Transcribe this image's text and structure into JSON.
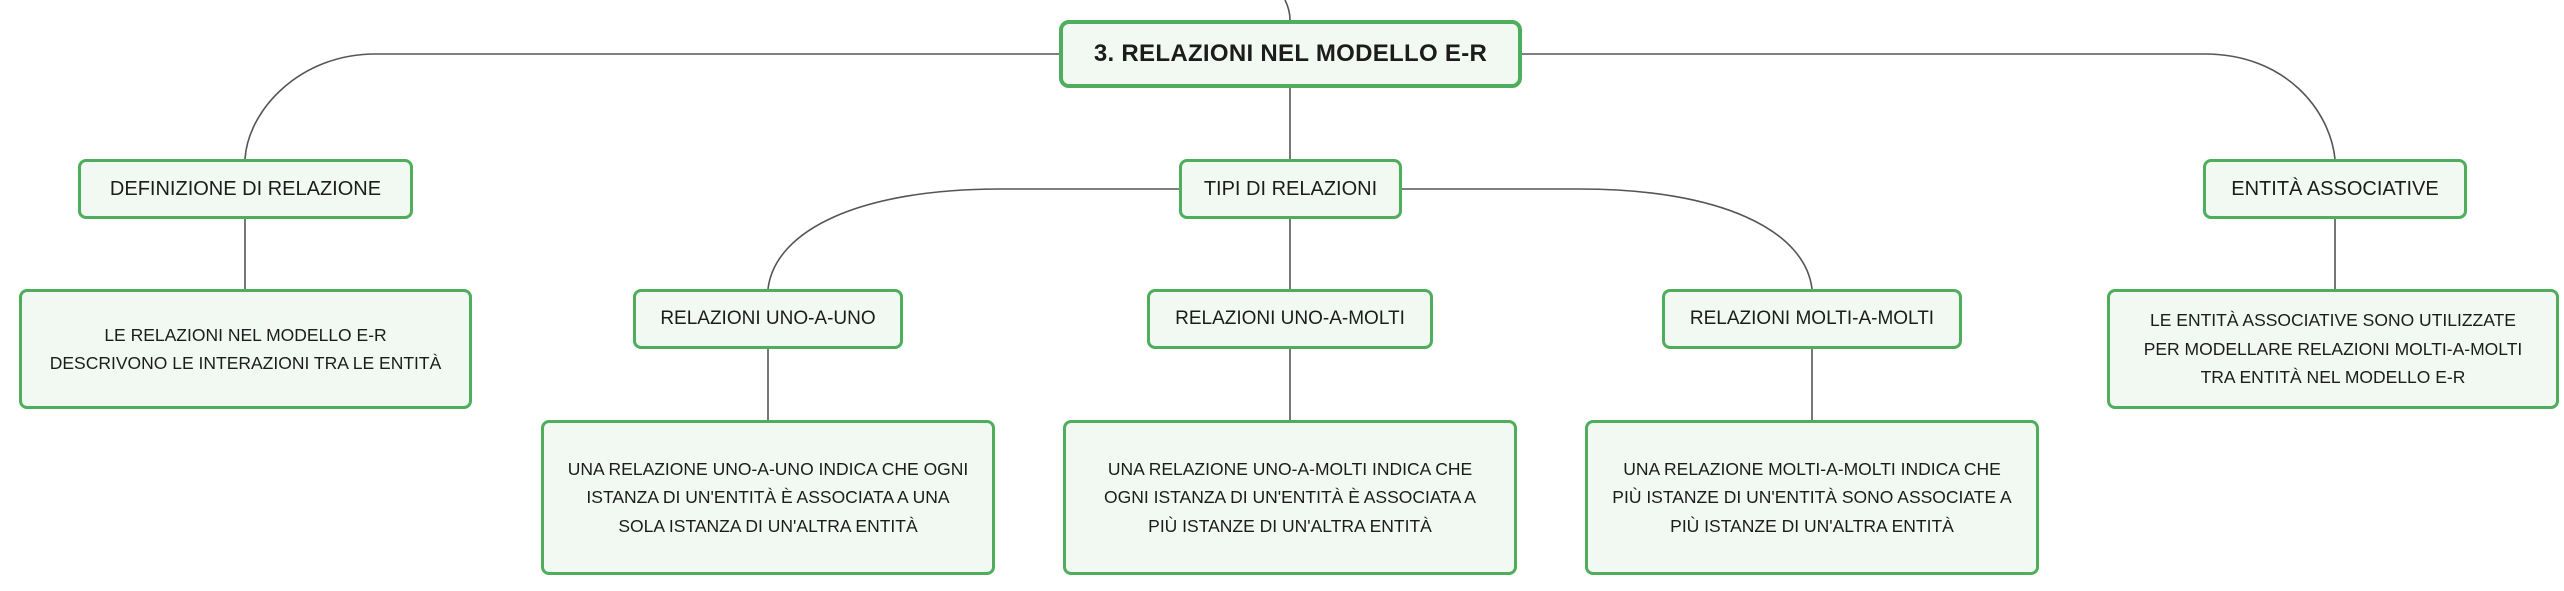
{
  "root": {
    "title": "3. RELAZIONI NEL MODELLO E-R"
  },
  "topics": [
    {
      "label": "DEFINIZIONE DI RELAZIONE",
      "description": "LE RELAZIONI NEL MODELLO E-R DESCRIVONO LE INTERAZIONI TRA LE ENTITÀ"
    },
    {
      "label": "TIPI DI RELAZIONI",
      "subtopics": [
        {
          "label": "RELAZIONI UNO-A-UNO",
          "description": "UNA RELAZIONE UNO-A-UNO INDICA CHE OGNI ISTANZA DI UN'ENTITÀ È ASSOCIATA A UNA SOLA ISTANZA DI UN'ALTRA ENTITÀ"
        },
        {
          "label": "RELAZIONI UNO-A-MOLTI",
          "description": "UNA RELAZIONE UNO-A-MOLTI INDICA CHE OGNI ISTANZA DI UN'ENTITÀ È ASSOCIATA A PIÙ ISTANZE DI UN'ALTRA ENTITÀ"
        },
        {
          "label": "RELAZIONI MOLTI-A-MOLTI",
          "description": "UNA RELAZIONE MOLTI-A-MOLTI INDICA CHE PIÙ ISTANZE DI UN'ENTITÀ SONO ASSOCIATE A PIÙ ISTANZE DI UN'ALTRA ENTITÀ"
        }
      ]
    },
    {
      "label": "ENTITÀ ASSOCIATIVE",
      "description": "LE ENTITÀ ASSOCIATIVE SONO UTILIZZATE PER MODELLARE RELAZIONI MOLTI-A-MOLTI TRA ENTITÀ NEL MODELLO E-R"
    }
  ],
  "colors": {
    "node_border": "#4fae5c",
    "node_fill": "#f2f9f3",
    "connector": "#555555"
  }
}
